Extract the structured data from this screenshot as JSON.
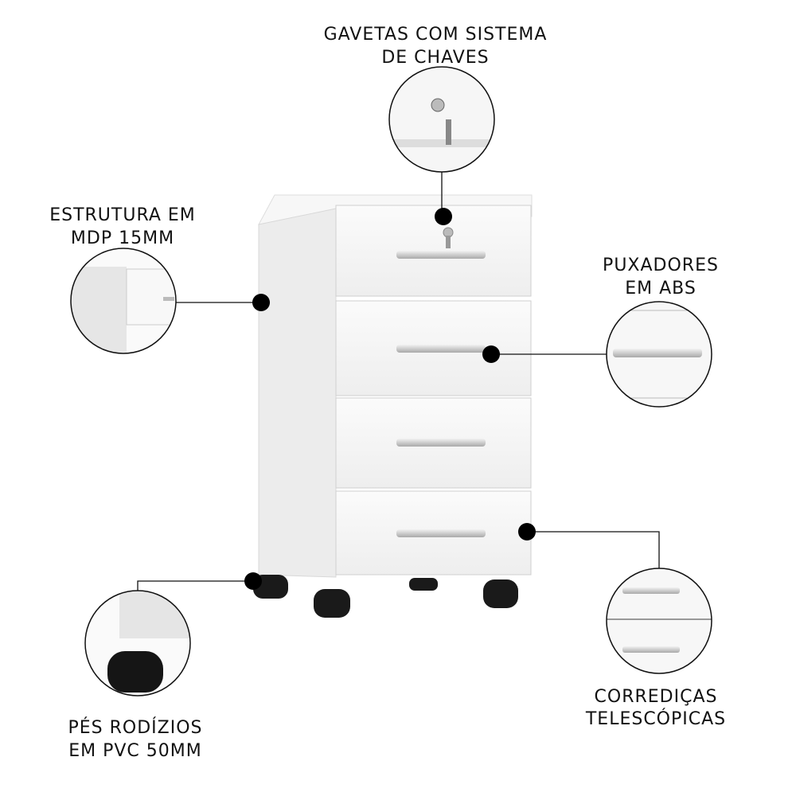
{
  "product": {
    "colors": {
      "body": "#f3f3f3",
      "shade": "#e2e2e2",
      "handle": "#c9c9c9",
      "caster": "#1a1a1a",
      "line": "#111111"
    }
  },
  "callouts": [
    {
      "id": "locks",
      "line1": "GAVETAS COM SISTEMA",
      "line2": "DE CHAVES"
    },
    {
      "id": "structure",
      "line1": "ESTRUTURA EM",
      "line2": "MDP 15MM"
    },
    {
      "id": "handles",
      "line1": "PUXADORES",
      "line2": "EM ABS"
    },
    {
      "id": "slides",
      "line1": "CORREDIÇAS",
      "line2": "TELESCÓPICAS"
    },
    {
      "id": "casters",
      "line1": "PÉS RODÍZIOS",
      "line2": "EM PVC 50MM"
    }
  ]
}
